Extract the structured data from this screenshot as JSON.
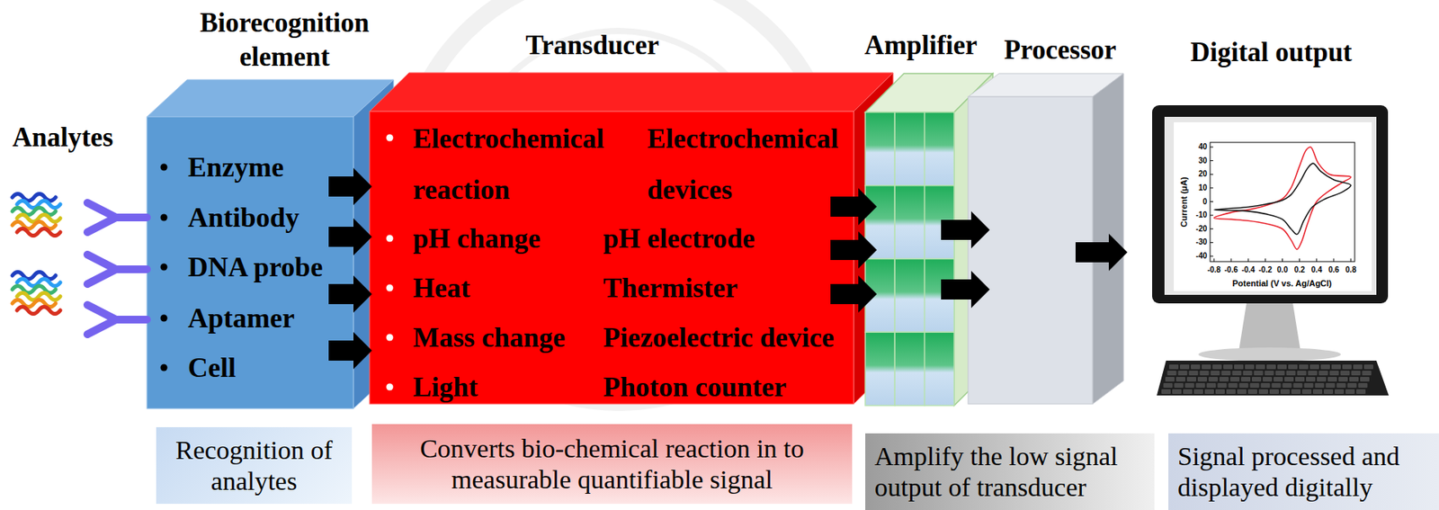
{
  "diagram": {
    "nodes": [
      {
        "text": [
          "Biorecognition element",
          "Enzyme",
          "Antibody",
          "DNA probe",
          "Aptamer",
          "Cell"
        ]
      },
      {
        "text": [
          "Transducer",
          "Electrochemical reaction",
          "Electrochemical devices",
          "pH change",
          "pH electrode",
          "Heat",
          "Thermister",
          "Mass change",
          "Piezoelectric device",
          "Light",
          "Photon counter"
        ]
      },
      {
        "text": [
          "Amplifier"
        ]
      },
      {
        "text": [
          "Processor"
        ]
      },
      {
        "text": [
          "Digital output"
        ]
      },
      {
        "text": [
          "Recognition of analytes"
        ]
      },
      {
        "text": [
          "Converts bio-chemical reaction in to measurable quantifiable signal"
        ]
      },
      {
        "text": [
          "Amplify the low signal output of transducer"
        ]
      },
      {
        "text": [
          "Signal processed and displayed digitally"
        ]
      }
    ],
    "edges": [
      {
        "from": 0,
        "to": 1,
        "arrow": "to"
      },
      {
        "from": 1,
        "to": 2,
        "arrow": "to"
      },
      {
        "from": 2,
        "to": 3,
        "arrow": "to"
      },
      {
        "from": 3,
        "to": 4,
        "arrow": "to"
      }
    ],
    "labels": [
      "Analytes",
      "40",
      "30",
      "20",
      "10",
      "0",
      "-10",
      "-20",
      "-30",
      "-40",
      "Current (μA)",
      "-0.8",
      "-0.6",
      "-0.4",
      "-0.2",
      "0.0",
      "0.2",
      "0.4",
      "0.6",
      "0.8",
      "Potential (V vs. Ag/AgCl)"
    ]
  }
}
